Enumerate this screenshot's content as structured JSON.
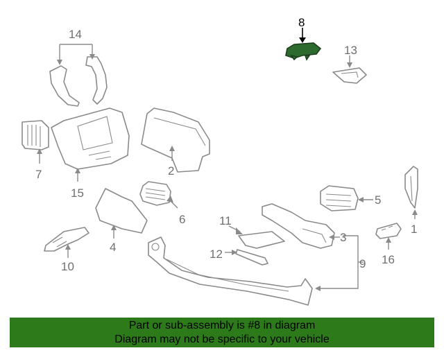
{
  "callouts": {
    "c1": "1",
    "c2": "2",
    "c3": "3",
    "c4": "4",
    "c5": "5",
    "c6": "6",
    "c7": "7",
    "c8": "8",
    "c9": "9",
    "c10": "10",
    "c11": "11",
    "c12": "12",
    "c13": "13",
    "c14": "14",
    "c15": "15",
    "c16": "16"
  },
  "highlight": {
    "part": "8",
    "color": "#2d6a2d"
  },
  "banner": {
    "line1": "Part or sub-assembly is #8 in diagram",
    "line2": "Diagram may not be specific to your vehicle",
    "background": "#2c7a1a"
  }
}
